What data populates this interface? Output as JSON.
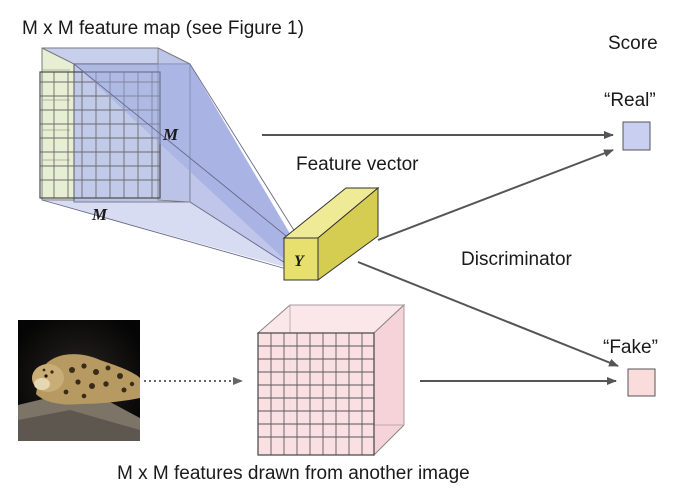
{
  "labels": {
    "top_title": "M x M feature map (see Figure 1)",
    "score": "Score",
    "real": "“Real”",
    "fake": "“Fake”",
    "feature_vector": "Feature vector",
    "discriminator": "Discriminator",
    "bottom_caption": "M x M features drawn from another image",
    "m_right": "M",
    "m_bottom": "M",
    "y": "Y"
  },
  "colors": {
    "blue_fill": "#c8d0ee",
    "blue_front": "#bcc5ea",
    "green_back": "#e6efd4",
    "pink_fill": "#f9dce0",
    "pink_top": "#fbe6e9",
    "yellow_front": "#e7e06e",
    "yellow_top": "#efea96",
    "yellow_side": "#d5cd52",
    "real_box": "#c9cff0",
    "fake_box": "#fbdcdc",
    "arrow": "#555555",
    "grid_line": "#6b6b6b"
  },
  "icons": {
    "image": "leopard-photo"
  }
}
